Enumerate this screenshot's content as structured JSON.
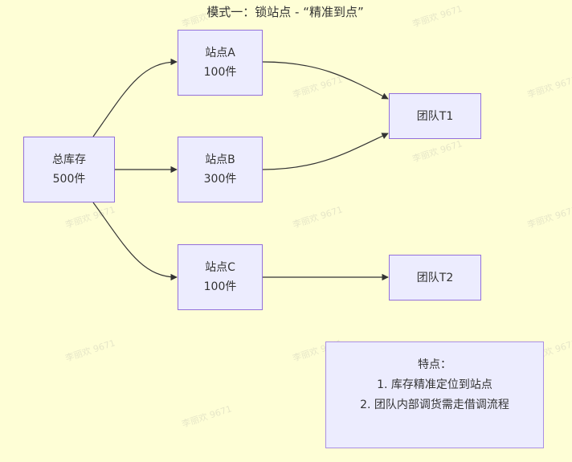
{
  "diagram": {
    "title": "模式一：锁站点 - “精准到点”",
    "nodes": {
      "total": {
        "line1": "总库存",
        "line2": "500件"
      },
      "siteA": {
        "line1": "站点A",
        "line2": "100件"
      },
      "siteB": {
        "line1": "站点B",
        "line2": "300件"
      },
      "siteC": {
        "line1": "站点C",
        "line2": "100件"
      },
      "teamT1": {
        "label": "团队T1"
      },
      "teamT2": {
        "label": "团队T2"
      }
    },
    "note": {
      "heading": "特点：",
      "item1": "1. 库存精准定位到站点",
      "item2": "2. 团队内部调货需走借调流程"
    },
    "edges": [
      {
        "from": "total",
        "to": "siteA"
      },
      {
        "from": "total",
        "to": "siteB"
      },
      {
        "from": "total",
        "to": "siteC"
      },
      {
        "from": "siteA",
        "to": "teamT1"
      },
      {
        "from": "siteB",
        "to": "teamT1"
      },
      {
        "from": "siteC",
        "to": "teamT2"
      }
    ],
    "watermark": "李丽欢 9671",
    "colors": {
      "background": "#fefed6",
      "node_fill": "#ececfe",
      "node_border": "#9370db",
      "edge": "#333333"
    }
  }
}
